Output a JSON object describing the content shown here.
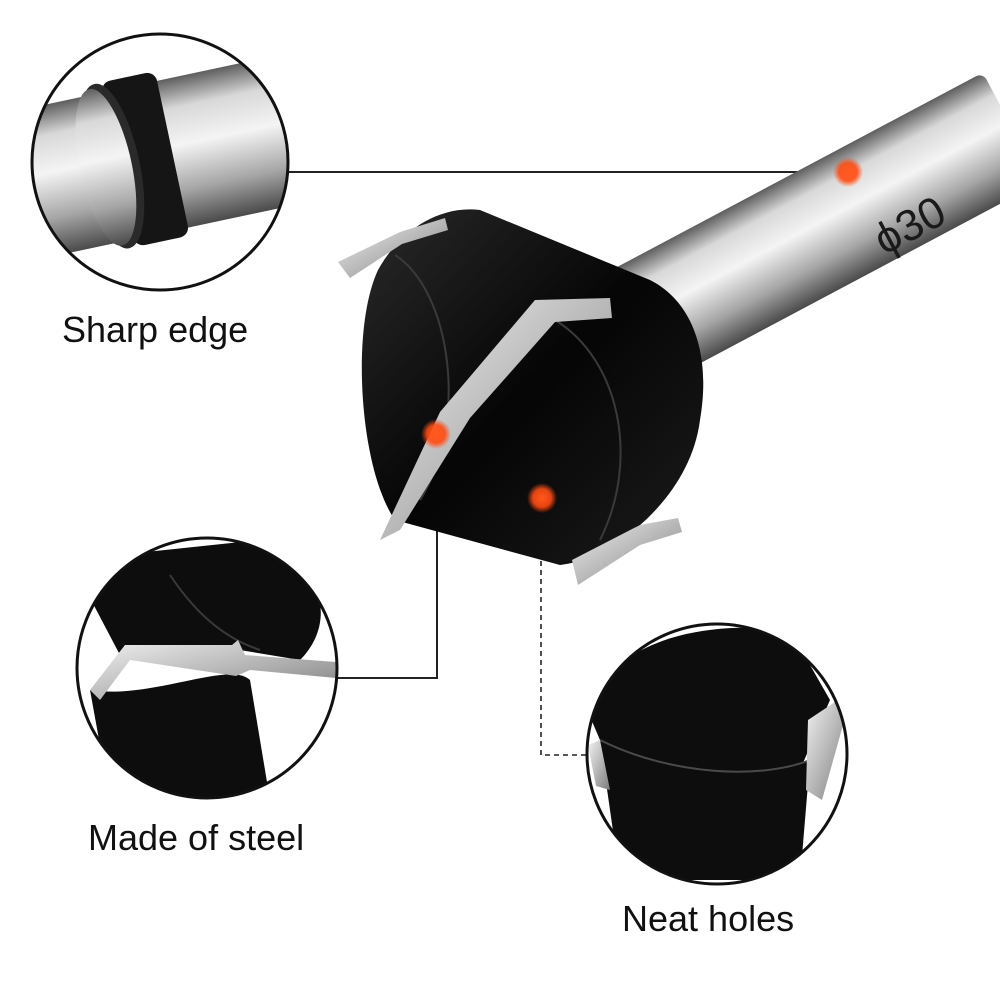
{
  "callouts": {
    "sharp_edge": "Sharp edge",
    "made_of_steel": "Made of steel",
    "neat_holes": "Neat holes"
  },
  "product": {
    "size_marking": "ϕ30"
  },
  "colors": {
    "marker_dot": "#ff4a12",
    "body": "#0d0d0d",
    "shank": "#9a9a9a",
    "leader_line": "#222222"
  }
}
